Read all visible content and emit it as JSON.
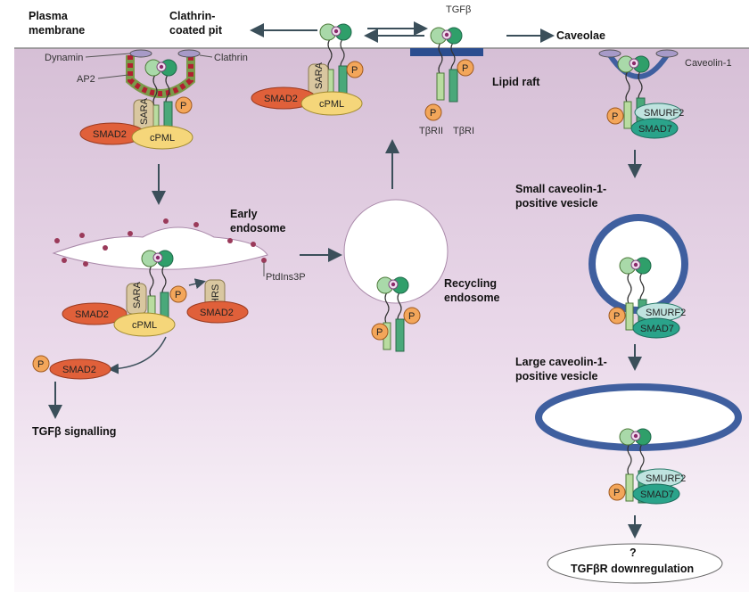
{
  "labels": {
    "plasma_membrane_1": "Plasma",
    "plasma_membrane_2": "membrane",
    "clathrin_pit_1": "Clathrin-",
    "clathrin_pit_2": "coated pit",
    "dynamin": "Dynamin",
    "clathrin": "Clathrin",
    "ap2": "AP2",
    "tgfb": "TGFβ",
    "lipid_raft": "Lipid raft",
    "tbrii": "TβRII",
    "tbri": "TβRI",
    "caveolae": "Caveolae",
    "caveolin1": "Caveolin-1",
    "early_endosome_1": "Early",
    "early_endosome_2": "endosome",
    "ptdins3p": "PtdIns3P",
    "recycling_endosome_1": "Recycling",
    "recycling_endosome_2": "endosome",
    "small_vesicle_1": "Small caveolin-1-",
    "small_vesicle_2": "positive vesicle",
    "large_vesicle_1": "Large caveolin-1-",
    "large_vesicle_2": "positive vesicle",
    "tgfb_signalling": "TGFβ signalling",
    "question": "?",
    "downregulation": "TGFβR downregulation"
  },
  "proteins": {
    "smad2": "SMAD2",
    "cpml": "cPML",
    "sara": "SARA",
    "hrs": "HRS",
    "smurf2": "SMURF2",
    "smad7": "SMAD7",
    "p": "P"
  },
  "colors": {
    "cytoplasm_top": "#d8c2d8",
    "cytoplasm_bottom": "#fbf7fb",
    "smad2": "#e0603a",
    "cpml": "#f5d67a",
    "sara": "#d9c7a0",
    "smad7": "#2aa38a",
    "smurf2": "#bfe3df",
    "phospho": "#f3a65a",
    "caveolin_vesicle": "#3f5f9f",
    "lipid_raft": "#2b4d8f",
    "arrow": "#3b4f5a"
  }
}
